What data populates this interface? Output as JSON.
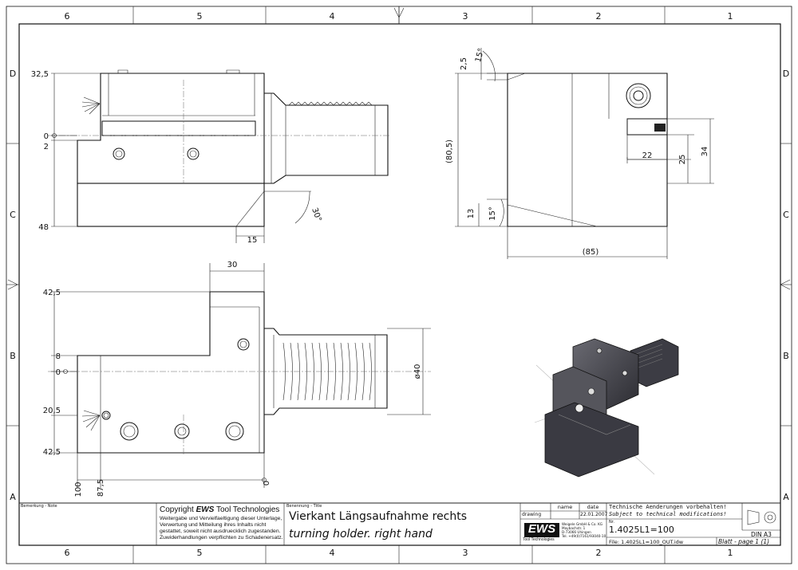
{
  "zones": {
    "columns": [
      "6",
      "5",
      "4",
      "3",
      "2",
      "1"
    ],
    "rows": [
      "D",
      "C",
      "B",
      "A"
    ]
  },
  "front_view": {
    "dims": [
      "32,5",
      "0",
      "2",
      "48",
      "30°",
      "15"
    ]
  },
  "side_view": {
    "dims": [
      "2,5",
      "15°",
      "(80,5)",
      "22",
      "25",
      "34",
      "13",
      "15°",
      "(85)"
    ]
  },
  "top_view": {
    "dims": [
      "30",
      "42,5",
      "8",
      "0",
      "20,5",
      "42,5",
      "ø40",
      "100",
      "87,5",
      "0"
    ]
  },
  "title_block": {
    "remark_label": "Bemerkung - Note",
    "copyright_prefix": "Copyright ",
    "copyright_brand": "EWS",
    "copyright_suffix": " Tool Technologies",
    "copyright_text": [
      "Weitergabe und Vervielfaeltigung dieser Unterlage,",
      "Verwertung und Mitteilung ihres Inhalts nicht",
      "gestattet, soweit nicht ausdruecklich zugestanden.",
      "Zuwiderhandlungen verpflichten zu Schadenersatz."
    ],
    "title_label": "Benennung - Title",
    "title_de": "Vierkant Längsaufnahme rechts",
    "title_en": "turning holder. right hand",
    "col_name": "name",
    "col_date": "date",
    "row_drawing": "drawing",
    "date_value": "22.01.2007",
    "logo_text": "EWS",
    "logo_sub": "Tool Technologies",
    "company_lines": [
      "Weigele GmbH & Co. KG",
      "Maybachstr. 1",
      "D-73066 Uhingen",
      "Tel. +49(0)7161/93040-10"
    ],
    "notice_de": "Technische Aenderungen vorbehalten!",
    "notice_en": "Subject to technical modifications!",
    "nr_label": "Nr.",
    "part_number": "1.4025L1=100",
    "format": "DIN A3",
    "file_label": "File: 1.4025L1=100_OUT.idw",
    "sheet_label": "Blatt - page  1 (1)"
  }
}
